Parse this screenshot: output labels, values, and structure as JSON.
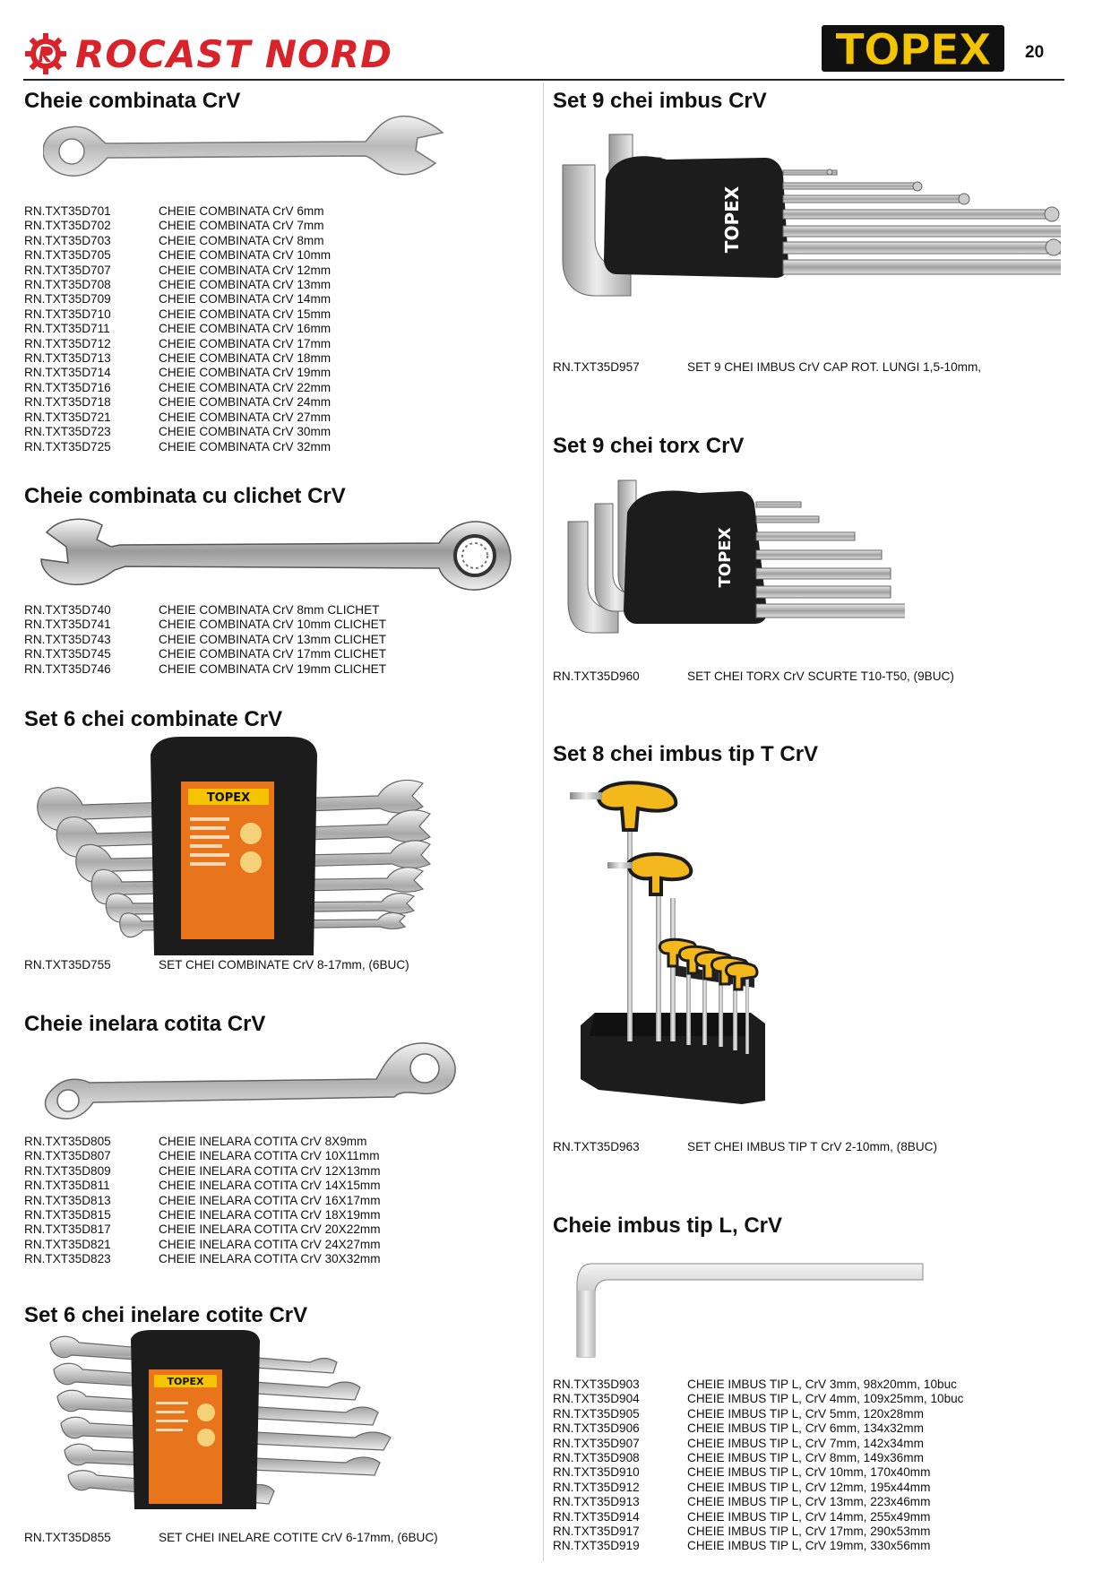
{
  "header": {
    "brand": "ROCAST NORD",
    "logo_text": "TOPEX",
    "page_number": "20",
    "brand_color": "#d9232b",
    "logo_color": "#f5c400"
  },
  "left": [
    {
      "title": "Cheie combinata CrV",
      "image_icon": "combination-wrench-icon",
      "rows": [
        {
          "code": "RN.TXT35D701",
          "desc": "CHEIE COMBINATA CrV 6mm"
        },
        {
          "code": "RN.TXT35D702",
          "desc": "CHEIE COMBINATA CrV 7mm"
        },
        {
          "code": "RN.TXT35D703",
          "desc": "CHEIE COMBINATA CrV 8mm"
        },
        {
          "code": "RN.TXT35D705",
          "desc": "CHEIE COMBINATA CrV 10mm"
        },
        {
          "code": "RN.TXT35D707",
          "desc": "CHEIE COMBINATA CrV 12mm"
        },
        {
          "code": "RN.TXT35D708",
          "desc": "CHEIE COMBINATA CrV 13mm"
        },
        {
          "code": "RN.TXT35D709",
          "desc": "CHEIE COMBINATA CrV 14mm"
        },
        {
          "code": "RN.TXT35D710",
          "desc": "CHEIE COMBINATA CrV 15mm"
        },
        {
          "code": "RN.TXT35D711",
          "desc": "CHEIE COMBINATA CrV 16mm"
        },
        {
          "code": "RN.TXT35D712",
          "desc": "CHEIE COMBINATA CrV 17mm"
        },
        {
          "code": "RN.TXT35D713",
          "desc": "CHEIE COMBINATA CrV 18mm"
        },
        {
          "code": "RN.TXT35D714",
          "desc": "CHEIE COMBINATA CrV 19mm"
        },
        {
          "code": "RN.TXT35D716",
          "desc": "CHEIE COMBINATA CrV 22mm"
        },
        {
          "code": "RN.TXT35D718",
          "desc": "CHEIE COMBINATA CrV 24mm"
        },
        {
          "code": "RN.TXT35D721",
          "desc": "CHEIE COMBINATA CrV 27mm"
        },
        {
          "code": "RN.TXT35D723",
          "desc": "CHEIE COMBINATA CrV 30mm"
        },
        {
          "code": "RN.TXT35D725",
          "desc": "CHEIE COMBINATA CrV 32mm"
        }
      ]
    },
    {
      "title": "Cheie combinata cu clichet CrV",
      "image_icon": "ratchet-wrench-icon",
      "rows": [
        {
          "code": "RN.TXT35D740",
          "desc": "CHEIE COMBINATA CrV 8mm CLICHET"
        },
        {
          "code": "RN.TXT35D741",
          "desc": "CHEIE COMBINATA CrV 10mm CLICHET"
        },
        {
          "code": "RN.TXT35D743",
          "desc": "CHEIE COMBINATA CrV 13mm CLICHET"
        },
        {
          "code": "RN.TXT35D745",
          "desc": "CHEIE COMBINATA CrV 17mm CLICHET"
        },
        {
          "code": "RN.TXT35D746",
          "desc": "CHEIE COMBINATA CrV 19mm CLICHET"
        }
      ]
    },
    {
      "title": "Set 6 chei combinate CrV",
      "image_icon": "wrench-set-icon",
      "rows": [
        {
          "code": "RN.TXT35D755",
          "desc": "SET CHEI COMBINATE CrV 8-17mm, (6BUC)"
        }
      ]
    },
    {
      "title": "Cheie inelara cotita CrV",
      "image_icon": "offset-ring-wrench-icon",
      "rows": [
        {
          "code": "RN.TXT35D805",
          "desc": "CHEIE INELARA COTITA CrV 8X9mm"
        },
        {
          "code": "RN.TXT35D807",
          "desc": "CHEIE INELARA COTITA CrV 10X11mm"
        },
        {
          "code": "RN.TXT35D809",
          "desc": "CHEIE INELARA COTITA CrV 12X13mm"
        },
        {
          "code": "RN.TXT35D811",
          "desc": "CHEIE INELARA COTITA CrV 14X15mm"
        },
        {
          "code": "RN.TXT35D813",
          "desc": "CHEIE INELARA COTITA CrV 16X17mm"
        },
        {
          "code": "RN.TXT35D815",
          "desc": "CHEIE INELARA COTITA CrV 18X19mm"
        },
        {
          "code": "RN.TXT35D817",
          "desc": "CHEIE INELARA COTITA CrV 20X22mm"
        },
        {
          "code": "RN.TXT35D821",
          "desc": "CHEIE INELARA COTITA CrV 24X27mm"
        },
        {
          "code": "RN.TXT35D823",
          "desc": "CHEIE INELARA COTITA CrV 30X32mm"
        }
      ]
    },
    {
      "title": "Set 6 chei inelare cotite CrV",
      "image_icon": "ring-wrench-set-icon",
      "rows": [
        {
          "code": "RN.TXT35D855",
          "desc": "SET CHEI INELARE COTITE CrV 6-17mm, (6BUC)"
        }
      ]
    }
  ],
  "right": [
    {
      "title": "Set 9 chei imbus CrV",
      "image_icon": "hex-key-set-icon",
      "rows": [
        {
          "code": "RN.TXT35D957",
          "desc": "SET 9 CHEI IMBUS CrV CAP ROT. LUNGI 1,5-10mm,"
        }
      ]
    },
    {
      "title": "Set 9 chei torx CrV",
      "image_icon": "torx-key-set-icon",
      "rows": [
        {
          "code": "RN.TXT35D960",
          "desc": "SET CHEI TORX CrV SCURTE T10-T50, (9BUC)"
        }
      ]
    },
    {
      "title": "Set 8 chei imbus tip T CrV",
      "image_icon": "t-handle-hex-key-set-icon",
      "rows": [
        {
          "code": "RN.TXT35D963",
          "desc": "SET CHEI IMBUS TIP T CrV 2-10mm, (8BUC)"
        }
      ]
    },
    {
      "title": "Cheie imbus tip L, CrV",
      "image_icon": "l-hex-key-icon",
      "rows": [
        {
          "code": "RN.TXT35D903",
          "desc": "CHEIE IMBUS TIP L, CrV 3mm, 98x20mm, 10buc"
        },
        {
          "code": "RN.TXT35D904",
          "desc": "CHEIE IMBUS TIP L, CrV 4mm, 109x25mm, 10buc"
        },
        {
          "code": "RN.TXT35D905",
          "desc": "CHEIE IMBUS TIP L, CrV 5mm, 120x28mm"
        },
        {
          "code": "RN.TXT35D906",
          "desc": "CHEIE IMBUS TIP L, CrV 6mm, 134x32mm"
        },
        {
          "code": "RN.TXT35D907",
          "desc": "CHEIE IMBUS TIP L, CrV 7mm, 142x34mm"
        },
        {
          "code": "RN.TXT35D908",
          "desc": "CHEIE IMBUS TIP L, CrV 8mm, 149x36mm"
        },
        {
          "code": "RN.TXT35D910",
          "desc": "CHEIE IMBUS TIP L, CrV 10mm, 170x40mm"
        },
        {
          "code": "RN.TXT35D912",
          "desc": "CHEIE IMBUS TIP L, CrV 12mm, 195x44mm"
        },
        {
          "code": "RN.TXT35D913",
          "desc": "CHEIE IMBUS TIP L, CrV 13mm, 223x46mm"
        },
        {
          "code": "RN.TXT35D914",
          "desc": "CHEIE IMBUS TIP L, CrV 14mm, 255x49mm"
        },
        {
          "code": "RN.TXT35D917",
          "desc": "CHEIE IMBUS TIP L, CrV 17mm, 290x53mm"
        },
        {
          "code": "RN.TXT35D919",
          "desc": "CHEIE IMBUS TIP L, CrV 19mm, 330x56mm"
        }
      ]
    }
  ]
}
